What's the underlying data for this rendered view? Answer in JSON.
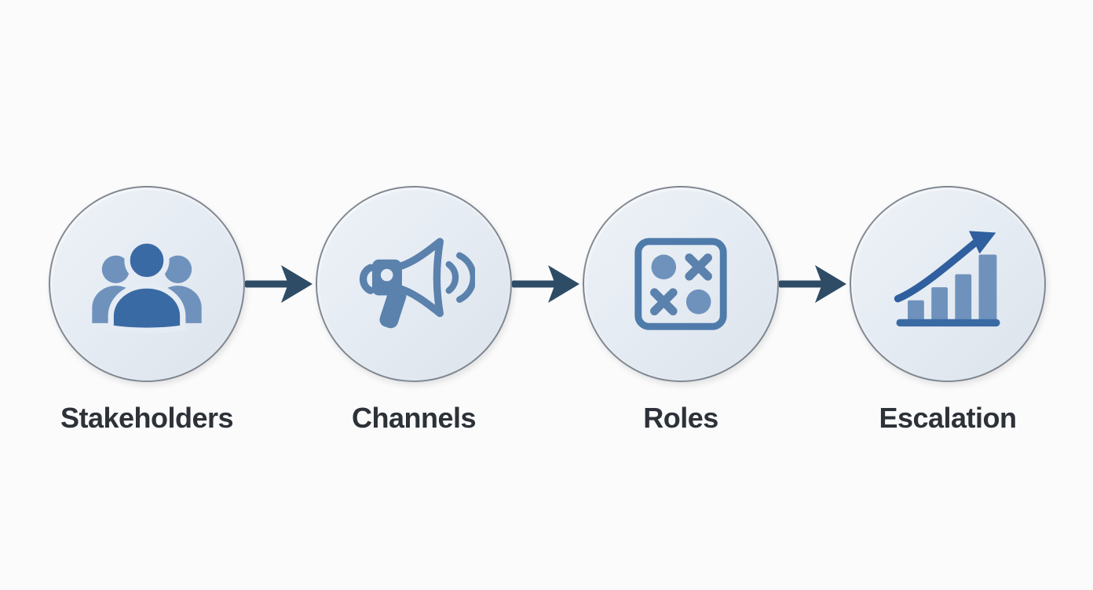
{
  "page": {
    "background": "#fbfbfc"
  },
  "diagram": {
    "type": "horizontal-process-flow",
    "steps": [
      {
        "label": "Stakeholders",
        "icon": "people-group-icon"
      },
      {
        "label": "Channels",
        "icon": "megaphone-icon"
      },
      {
        "label": "Roles",
        "icon": "assignment-matrix-icon"
      },
      {
        "label": "Escalation",
        "icon": "growth-chart-icon"
      }
    ],
    "connectors": [
      {
        "icon": "arrow-right-icon"
      },
      {
        "icon": "arrow-right-icon"
      },
      {
        "icon": "arrow-right-icon"
      }
    ],
    "colors": {
      "circle_fill": "#e6ecf3",
      "circle_border": "#39434e",
      "icon_primary": "#3a6aa4",
      "icon_secondary": "#6f92bd",
      "icon_stroke": "#5b81ad",
      "icon_outline": "#4f7bab",
      "icon_accent": "#2f5f9e",
      "arrow": "#2e4c66",
      "label_text": "#2d3238",
      "page_bg": "#fbfbfc"
    }
  }
}
